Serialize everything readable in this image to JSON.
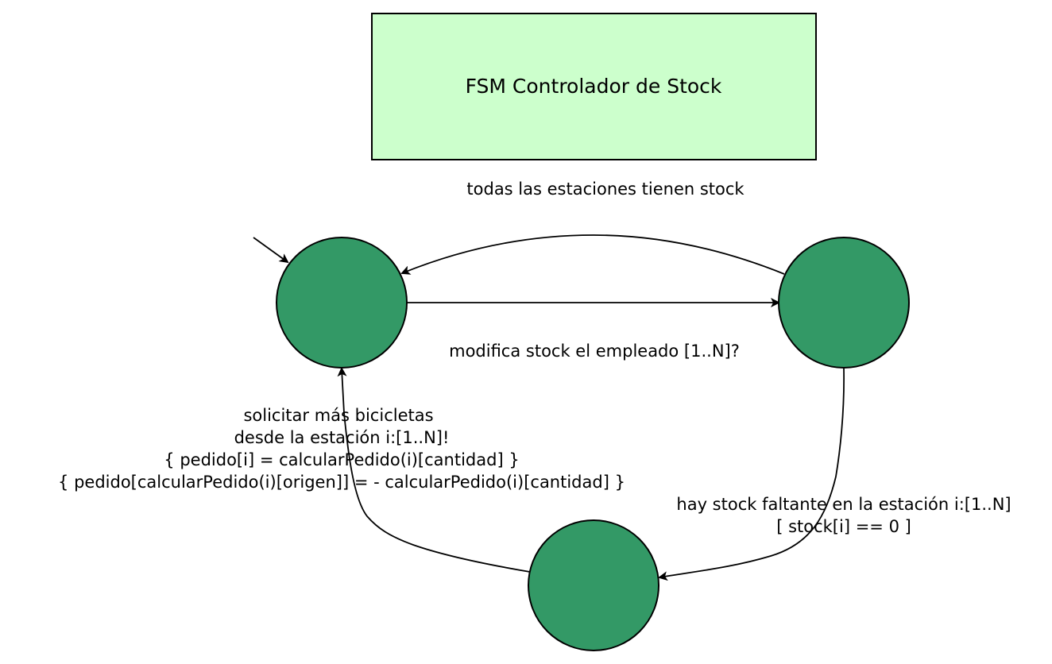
{
  "title": "FSM Controlador de Stock",
  "colors": {
    "title_fill": "#ccffcc",
    "state_fill": "#339966",
    "stroke": "#000000",
    "background": "#ffffff"
  },
  "states": [
    {
      "id": "s1",
      "initial": true,
      "label": ""
    },
    {
      "id": "s2",
      "initial": false,
      "label": ""
    },
    {
      "id": "s3",
      "initial": false,
      "label": ""
    }
  ],
  "transitions": [
    {
      "from": "s2",
      "to": "s1",
      "lines": [
        "todas las estaciones tienen stock"
      ]
    },
    {
      "from": "s1",
      "to": "s2",
      "lines": [
        "modifica stock el empleado [1..N]?"
      ]
    },
    {
      "from": "s2",
      "to": "s3",
      "lines": [
        "hay stock faltante en la estación i:[1..N]",
        "[ stock[i] == 0 ]"
      ]
    },
    {
      "from": "s3",
      "to": "s1",
      "lines": [
        "solicitar más bicicletas",
        "desde la estación i:[1..N]!",
        "{ pedido[i] = calcularPedido(i)[cantidad] }",
        "{ pedido[calcularPedido(i)[origen]] = - calcularPedido(i)[cantidad] }"
      ]
    }
  ]
}
